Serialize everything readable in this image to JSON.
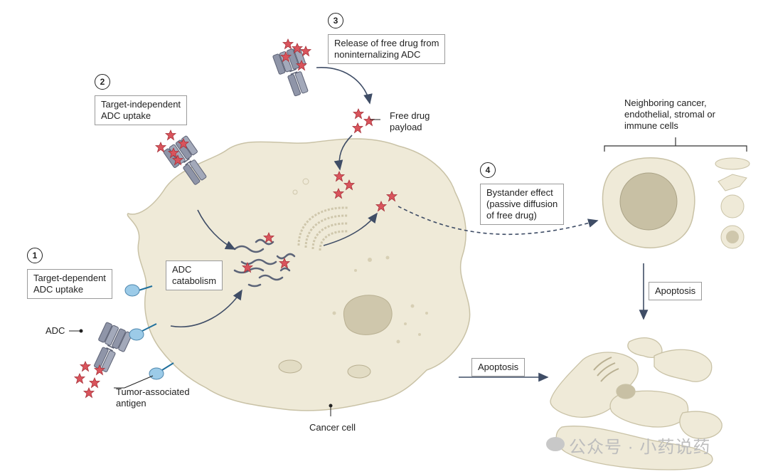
{
  "steps": [
    {
      "number": "1",
      "label_lines": [
        "Target-dependent",
        "ADC uptake"
      ]
    },
    {
      "number": "2",
      "label_lines": [
        "Target-independent",
        "ADC uptake"
      ]
    },
    {
      "number": "3",
      "label_lines": [
        "Release of free drug from",
        "noninternalizing ADC"
      ]
    },
    {
      "number": "4",
      "label_lines": [
        "Bystander effect",
        "(passive diffusion",
        "of free drug)"
      ]
    }
  ],
  "labels": {
    "adc": "ADC",
    "adc_catabolism_lines": [
      "ADC",
      "catabolism"
    ],
    "tumor_antigen_lines": [
      "Tumor-associated",
      "antigen"
    ],
    "free_drug_lines": [
      "Free drug",
      "payload"
    ],
    "cancer_cell": "Cancer cell",
    "neighboring_lines": [
      "Neighboring cancer,",
      "endothelial, stromal or",
      "immune cells"
    ],
    "apoptosis_right": "Apoptosis",
    "apoptosis_bottom": "Apoptosis"
  },
  "watermark": "公众号 · 小药说药",
  "colors": {
    "cell_fill": "#efead8",
    "cell_stroke": "#c9c2a6",
    "antibody": "#8f95a8",
    "drug": "#d9545c",
    "antigen": "#9ccbe8",
    "arrow": "#3f4d66"
  }
}
